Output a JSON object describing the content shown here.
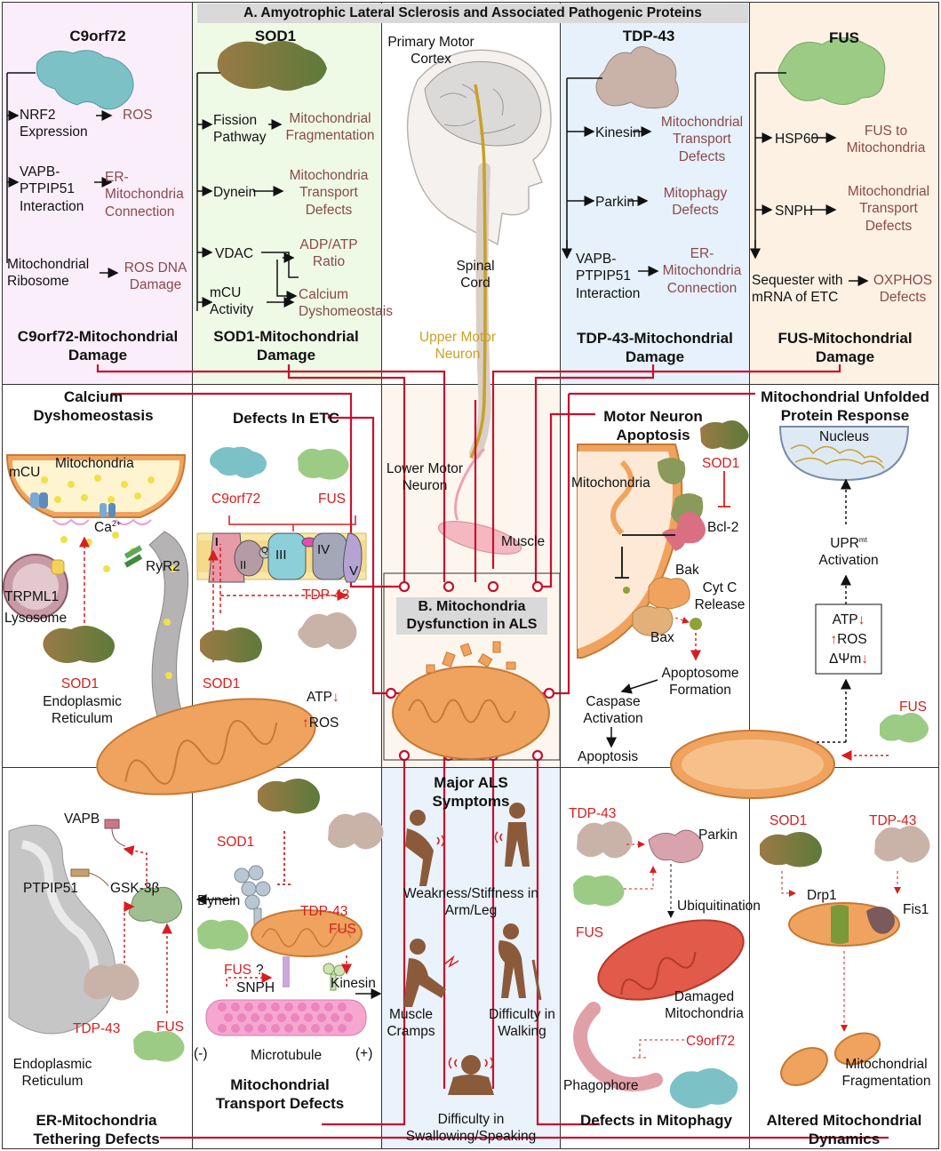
{
  "header": {
    "title": "A. Amyotrophic Lateral Sclerosis and Associated Pathogenic Proteins",
    "center": "B. Mitochondria Dysfunction in ALS"
  },
  "c9": {
    "title": "C9orf72",
    "nrf2": "NRF2 Expression",
    "ros": "ROS",
    "vapb": "VAPB- PTPIP51 Interaction",
    "er": "ER- Mitochondria Connection",
    "ribo": "Mitochondrial Ribosome",
    "rosdna": "ROS DNA Damage",
    "footer": "C9orf72-Mitochondrial Damage"
  },
  "sod": {
    "title": "SOD1",
    "fission": "Fission Pathway",
    "frag": "Mitochondrial Fragmentation",
    "dynein": "Dynein",
    "transport": "Mitochondria Transport Defects",
    "vdac": "VDAC",
    "adp": "ADP/ATP Ratio",
    "mcu": "mCU Activity",
    "calcium": "Calcium Dyshomeostais",
    "footer": "SOD1-Mitochondrial Damage"
  },
  "brain": {
    "cortex": "Primary Motor Cortex",
    "cord": "Spinal Cord",
    "umn": "Upper Motor Neuron",
    "lmn": "Lower Motor Neuron",
    "muscle": "Muscle"
  },
  "tdp": {
    "title": "TDP-43",
    "kinesin": "Kinesin",
    "transport": "Mitochondrial Transport Defects",
    "parkin": "Parkin",
    "mitophagy": "Mitophagy Defects",
    "vapb": "VAPB- PTPIP51 Interaction",
    "er": "ER- Mitochondria Connection",
    "footer": "TDP-43-Mitochondrial Damage"
  },
  "fus": {
    "title": "FUS",
    "hsp": "HSP60",
    "fusmito": "FUS to Mitochondria",
    "snph": "SNPH",
    "transport": "Mitochondrial Transport Defects",
    "sequester": "Sequester with mRNA of ETC",
    "oxphos": "OXPHOS Defects",
    "footer": "FUS-Mitochondrial Damage"
  },
  "calcium": {
    "title": "Calcium Dyshomeostasis",
    "mito": "Mitochondria",
    "mcu": "mCU",
    "ca": "Ca",
    "trpml": "TRPML1",
    "lyso": "Lysosome",
    "ryr": "RyR2",
    "sod": "SOD1",
    "er": "Endoplasmic Reticulum"
  },
  "etc": {
    "title": "Defects In ETC",
    "c9": "C9orf72",
    "fus": "FUS",
    "tdp": "TDP-43",
    "sod": "SOD1",
    "atp": "ATP",
    "ros": "ROS",
    "c1": "I",
    "c2": "II",
    "q": "Q",
    "c3": "III",
    "c4": "IV",
    "c5": "V"
  },
  "apop": {
    "title": "Motor Neuron Apoptosis",
    "mito": "Mitochondria",
    "sod": "SOD1",
    "bcl": "Bcl-2",
    "bak": "Bak",
    "cyt": "Cyt C Release",
    "bax": "Bax",
    "apopto": "Apoptosome Formation",
    "caspase": "Caspase Activation",
    "apoptosis": "Apoptosis"
  },
  "upr": {
    "title": "Mitochondrial Unfolded Protein Response",
    "nucleus": "Nucleus",
    "act": "UPR",
    "sup": "mt",
    "activation": "Activation",
    "atp": "ATP",
    "ros": "ROS",
    "dpsi": "ΔΨm",
    "fus": "FUS"
  },
  "er": {
    "vapb": "VAPB",
    "ptp": "PTPIP51",
    "gsk": "GSK-3β",
    "tdp": "TDP-43",
    "fus": "FUS",
    "er": "Endoplasmic Reticulum",
    "footer": "ER-Mitochondria Tethering Defects"
  },
  "trans": {
    "sod": "SOD1",
    "dynein": "Dynein",
    "tdp": "TDP-43",
    "fus": "FUS",
    "fus2": "FUS",
    "q": "?",
    "snph": "SNPH",
    "kinesin": "Kinesin",
    "minus": "(-)",
    "micro": "Microtubule",
    "plus": "(+)",
    "footer": "Mitochondrial Transport Defects"
  },
  "symp": {
    "title": "Major ALS Symptoms",
    "weak": "Weakness/Stiffness in Arm/Leg",
    "cramps": "Muscle Cramps",
    "walk": "Difficulty in Walking",
    "swallow": "Difficulty in Swallowing/Speaking"
  },
  "mitophagy": {
    "tdp": "TDP-43",
    "parkin": "Parkin",
    "fus": "FUS",
    "ubi": "Ubiquitination",
    "damaged": "Damaged Mitochondria",
    "c9": "C9orf72",
    "phago": "Phagophore",
    "footer": "Defects in Mitophagy"
  },
  "dyn": {
    "sod": "SOD1",
    "tdp": "TDP-43",
    "drp": "Drp1",
    "fis": "Fis1",
    "frag": "Mitochondrial Fragmentation",
    "footer": "Altered Mitochondrial Dynamics"
  },
  "colors": {
    "red": "#d81e1e",
    "mauve": "#8a4a4a",
    "gold": "#c8a028",
    "orange": "#f0a35e"
  }
}
